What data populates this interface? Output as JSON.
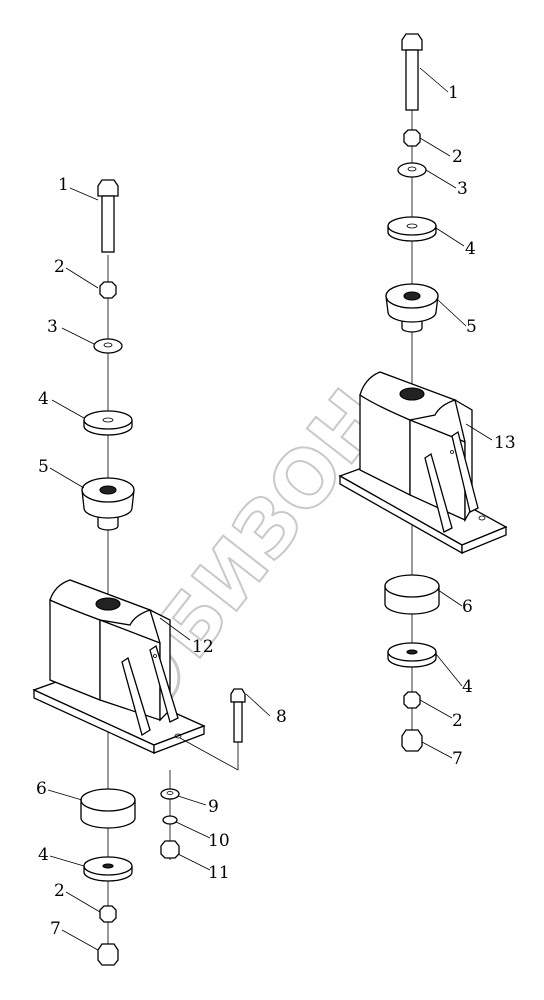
{
  "watermark": {
    "text": "БИЗОН"
  },
  "callouts": {
    "left": {
      "bolt_top": "1",
      "nut_top": "2",
      "washer_top": "3",
      "washer_large_top": "4",
      "cushion_top": "5",
      "cushion_bottom": "6",
      "washer_large_bottom": "4",
      "nut_bottom": "2",
      "locknut": "7",
      "bolt_side": "8",
      "washer_side": "9",
      "spring_washer_side": "10",
      "nut_side": "11",
      "bracket": "12"
    },
    "right": {
      "bolt_top": "1",
      "nut_top": "2",
      "washer_top": "3",
      "washer_large_top": "4",
      "cushion_top": "5",
      "bracket": "13",
      "cushion_bottom": "6",
      "washer_large_bottom": "4",
      "nut_bottom": "2",
      "locknut": "7"
    }
  }
}
